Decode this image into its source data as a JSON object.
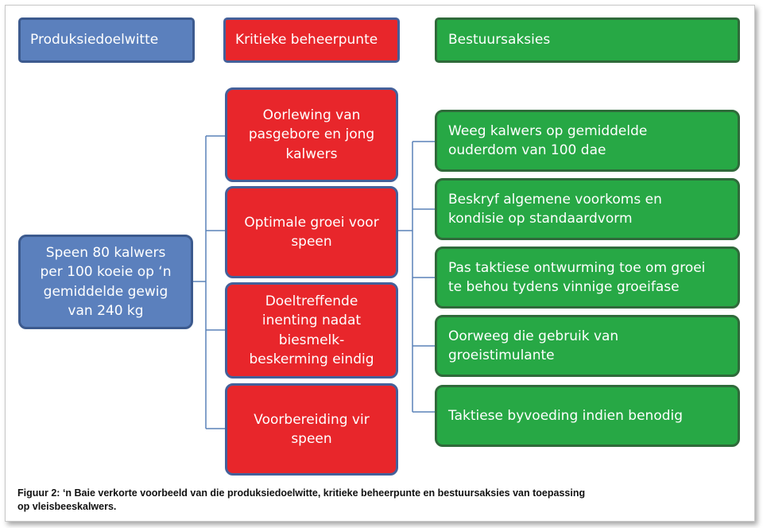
{
  "headers": {
    "objectives": "Produksiedoelwitte",
    "critical_points": "Kritieke beheerpunte",
    "actions": "Bestuursaksies"
  },
  "objective": "Speen 80 kalwers\nper 100 koeie op ‘n\ngemiddelde gewig\nvan 240 kg",
  "critical_points": [
    "Oorlewing van\npasgebore en jong\nkalwers",
    "Optimale groei voor\nspeen",
    "Doeltreffende\ninenting nadat\nbiesmelk-\nbeskerming eindig",
    "Voorbereiding vir\nspeen"
  ],
  "actions": [
    "Weeg kalwers op gemiddelde\nouderdom van 100 dae",
    "Beskryf algemene voorkoms en\nkondisie op standaardvorm",
    "Pas taktiese ontwurming toe om groei\nte behou tydens vinnige groeifase",
    "Oorweeg die gebruik van\ngroeistimulante",
    "Taktiese byvoeding indien benodig"
  ],
  "caption": "Figuur 2: ‘n Baie verkorte voorbeeld van die produksiedoelwitte, kritieke beheerpunte en bestuursaksies van toepassing\nop vleisbeeskalwers.",
  "colors": {
    "blue": "#5b80bd",
    "red": "#e8262b",
    "green": "#27a845",
    "connector": "#5a82b8"
  }
}
